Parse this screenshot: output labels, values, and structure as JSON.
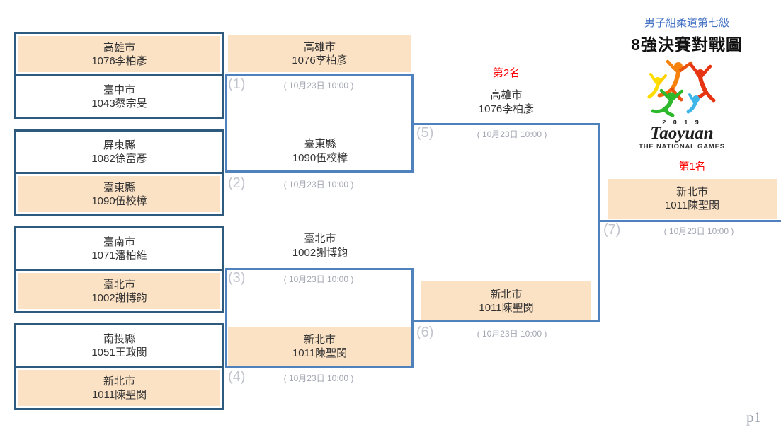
{
  "header": {
    "subtitle": "男子組柔道第七級",
    "title": "8強決賽對戰圖",
    "page_number": "p1"
  },
  "logo": {
    "year": "2 0 1 9",
    "name": "Taoyuan",
    "tagline": "THE NATIONAL GAMES"
  },
  "ranks": {
    "first": "第1名",
    "second": "第2名"
  },
  "matches": {
    "m1": {
      "label": "(1)",
      "time": "( 10月23日 10:00 )"
    },
    "m2": {
      "label": "(2)",
      "time": "( 10月23日 10:00 )"
    },
    "m3": {
      "label": "(3)",
      "time": "( 10月23日 10:00 )"
    },
    "m4": {
      "label": "(4)",
      "time": "( 10月23日 10:00 )"
    },
    "m5": {
      "label": "(5)",
      "time": "( 10月23日 10:00 )"
    },
    "m6": {
      "label": "(6)",
      "time": "( 10月23日 10:00 )"
    },
    "m7": {
      "label": "(7)",
      "time": "( 10月23日 10:00 )"
    }
  },
  "bracket": {
    "round1": {
      "p1": {
        "city": "高雄市",
        "athlete": "1076李柏彥",
        "advanced": true
      },
      "p2": {
        "city": "臺中市",
        "athlete": "1043蔡宗旻",
        "advanced": false
      },
      "p3": {
        "city": "屏東縣",
        "athlete": "1082徐富彥",
        "advanced": false
      },
      "p4": {
        "city": "臺東縣",
        "athlete": "1090伍校樟",
        "advanced": true
      },
      "p5": {
        "city": "臺南市",
        "athlete": "1071潘柏維",
        "advanced": false
      },
      "p6": {
        "city": "臺北市",
        "athlete": "1002謝博鈞",
        "advanced": true
      },
      "p7": {
        "city": "南投縣",
        "athlete": "1051王政閔",
        "advanced": false
      },
      "p8": {
        "city": "新北市",
        "athlete": "1011陳聖閔",
        "advanced": true
      }
    },
    "semifinals": {
      "s1": {
        "city": "高雄市",
        "athlete": "1076李柏彥",
        "advanced": true
      },
      "s2": {
        "city": "臺東縣",
        "athlete": "1090伍校樟",
        "advanced": false
      },
      "s3": {
        "city": "臺北市",
        "athlete": "1002謝博鈞",
        "advanced": false
      },
      "s4": {
        "city": "新北市",
        "athlete": "1011陳聖閔",
        "advanced": true
      }
    },
    "final": {
      "runner_up": {
        "city": "高雄市",
        "athlete": "1076李柏彥"
      },
      "winner_entrant": {
        "city": "新北市",
        "athlete": "1011陳聖閔"
      },
      "champion": {
        "city": "新北市",
        "athlete": "1011陳聖閔"
      }
    }
  },
  "colors": {
    "winner_highlight": "#FCE2C4",
    "bracket_line": "#4F81BD",
    "pair_border": "#2E5A7E",
    "rank_red": "#FF0000",
    "subtitle_blue": "#4472C4"
  }
}
